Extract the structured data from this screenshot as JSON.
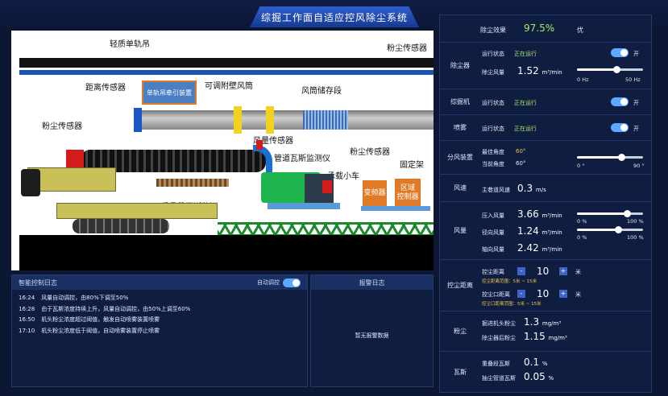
{
  "title": "综掘工作面自适应控风除尘系统",
  "scene": {
    "labels": {
      "rail": "轻质单轨吊",
      "dust_top": "粉尘传感器",
      "distance": "距离传感器",
      "adjust_duct": "可调附壁风筒",
      "duct_store": "风筒储存段",
      "dust_left": "粉尘传感器",
      "wind_sensor": "风量传感器",
      "pipe_gas": "管道瓦斯监测仪",
      "dust_mid": "粉尘传感器",
      "fixed": "固定架",
      "carrier": "承载小车",
      "gas_overlap": "重叠段瓦斯监测"
    },
    "boxes": {
      "hoist": "单轨吊牵引装置",
      "inverter": "变频器",
      "area_ctrl": "区域\n控制器"
    }
  },
  "log": {
    "title": "智能控制日志",
    "auto_label": "自动调控",
    "entries": [
      {
        "time": "16:24",
        "text": "风量自动调控，由80%下调至50%"
      },
      {
        "time": "16:28",
        "text": "由于瓦斯浓度持续上升，风量自动调控，由50%上调至60%"
      },
      {
        "time": "16:50",
        "text": "机头粉尘浓度超过阈值，触发自动喷雾装置喷雾"
      },
      {
        "time": "17:10",
        "text": "机头粉尘浓度低于阈值，自动喷雾装置停止喷雾"
      }
    ]
  },
  "alarm": {
    "title": "报警日志",
    "empty": "暂无报警数据"
  },
  "right": {
    "efficiency": {
      "key": "除尘效果",
      "value": "97.5%",
      "grade": "优"
    },
    "collector": {
      "label": "除尘器",
      "status_key": "运行状态",
      "status": "正在运行",
      "on": "开",
      "air_key": "除尘风量",
      "air_value": "1.52",
      "air_unit": "m³/min",
      "slider_min": "0 Hz",
      "slider_max": "50 Hz",
      "slider_level": 0.6
    },
    "roadheader": {
      "label": "综掘机",
      "status_key": "运行状态",
      "status": "正在运行",
      "on": "开"
    },
    "spray": {
      "label": "喷雾",
      "status_key": "运行状态",
      "status": "正在运行",
      "on": "开"
    },
    "splitter": {
      "label": "分风装置",
      "best_key": "最佳角度",
      "best": "60°",
      "cur_key": "当前角度",
      "cur": "60°",
      "min": "0 °",
      "max": "90 °",
      "level": 0.67
    },
    "wind": {
      "label": "风速",
      "key": "主巷道风速",
      "value": "0.3",
      "unit": "m/s"
    },
    "airflow": {
      "label": "风量",
      "items": [
        {
          "key": "压入风量",
          "value": "3.66",
          "unit": "m³/min"
        },
        {
          "key": "径向风量",
          "value": "1.24",
          "unit": "m³/min"
        },
        {
          "key": "轴向风量",
          "value": "2.42",
          "unit": "m³/min"
        }
      ],
      "s1_min": "0 %",
      "s1_max": "100 %",
      "s1_level": 0.75,
      "s2_min": "0 %",
      "s2_max": "100 %",
      "s2_level": 0.62
    },
    "control": {
      "label": "控尘距离",
      "dist_key": "控尘距离",
      "dist": "10",
      "dist_unit": "米",
      "dist_hint": "控尘距离范围：5米 ~ 15米",
      "out_key": "控尘口距离",
      "out": "10",
      "out_unit": "米",
      "out_hint": "控尘口距离范围：5米 ~ 15米",
      "minus": "-",
      "plus": "+"
    },
    "dust": {
      "label": "粉尘",
      "head_key": "掘进机头粉尘",
      "head": "1.3",
      "head_unit": "mg/m³",
      "after_key": "除尘器后粉尘",
      "after": "1.15",
      "after_unit": "mg/m³"
    },
    "gas": {
      "label": "瓦斯",
      "overlap_key": "重叠段瓦斯",
      "overlap": "0.1",
      "overlap_unit": "%",
      "pipe_key": "抽尘管道瓦斯",
      "pipe": "0.05",
      "pipe_unit": "%"
    }
  }
}
